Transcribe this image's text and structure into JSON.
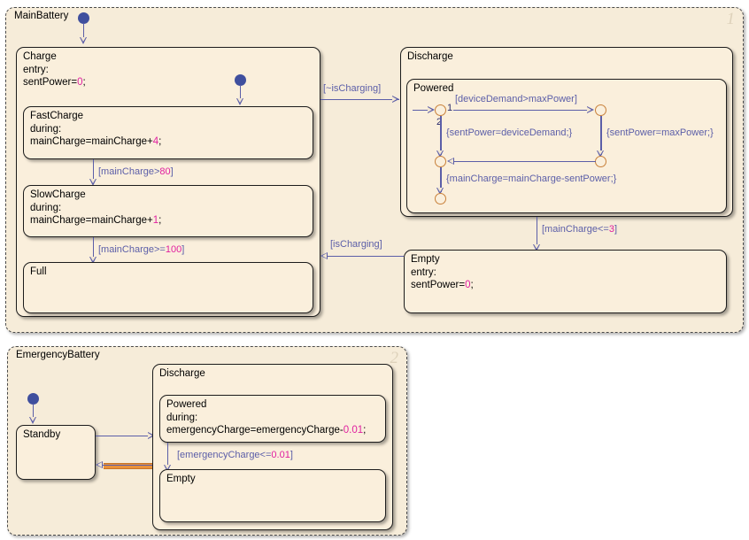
{
  "canvas": {
    "background": "#ffffff",
    "chart_fill": "#f6ecd9",
    "state_fill": "#faefdc",
    "transition_color": "#5b5ea8",
    "junction_color": "#c8803a",
    "default_dot_color": "#3f4f9e",
    "number_literal_color": "#e020a0",
    "highlight_color": "#e8903a"
  },
  "charts": [
    {
      "name": "MainBattery",
      "index": "1",
      "states": [
        {
          "name": "Charge",
          "label_lines": [
            "Charge",
            "entry:",
            "sentPower=",
            "0",
            ";"
          ],
          "text": "Charge\nentry:\nsentPower=0;"
        },
        {
          "name": "FastCharge",
          "text": "FastCharge\nduring:\nmainCharge=mainCharge+4;"
        },
        {
          "name": "SlowCharge",
          "text": "SlowCharge\nduring:\nmainCharge=mainCharge+1;"
        },
        {
          "name": "Full",
          "text": "Full"
        },
        {
          "name": "Discharge",
          "text": "Discharge"
        },
        {
          "name": "Powered",
          "text": "Powered"
        },
        {
          "name": "Empty",
          "text": "Empty\nentry:\nsentPower=0;"
        }
      ],
      "transitions": [
        {
          "name": "charge-to-discharge",
          "label": "[~isCharging]"
        },
        {
          "name": "discharge-to-charge",
          "label": "[isCharging]"
        },
        {
          "name": "fastcharge-to-slowcharge",
          "label": "[mainCharge>80]"
        },
        {
          "name": "slowcharge-to-full",
          "label": "[mainCharge>=100]"
        },
        {
          "name": "powered-to-empty",
          "label": "[mainCharge<=3]"
        },
        {
          "name": "junction-demand-check",
          "label": "[deviceDemand>maxPower]"
        },
        {
          "name": "junction-sent-devicedemand",
          "label": "{sentPower=deviceDemand;}"
        },
        {
          "name": "junction-sent-maxpower",
          "label": "{sentPower=maxPower;}"
        },
        {
          "name": "junction-maincharge-update",
          "label": "{mainCharge=mainCharge-sentPower;}"
        },
        {
          "name": "junction-priority-1",
          "label": "1"
        },
        {
          "name": "junction-priority-2",
          "label": "2"
        }
      ]
    },
    {
      "name": "EmergencyBattery",
      "index": "2",
      "states": [
        {
          "name": "Standby",
          "text": "Standby"
        },
        {
          "name": "Discharge",
          "text": "Discharge"
        },
        {
          "name": "Powered",
          "text": "Powered\nduring:\nemergencyCharge=emergencyCharge-0.01;"
        },
        {
          "name": "Empty",
          "text": "Empty"
        }
      ],
      "transitions": [
        {
          "name": "powered-to-empty",
          "label": "[emergencyCharge<=0.01]"
        },
        {
          "name": "standby-to-discharge",
          "label": ""
        },
        {
          "name": "discharge-to-standby-highlighted",
          "label": ""
        }
      ]
    }
  ],
  "text": {
    "mb_name": "MainBattery",
    "mb_num": "1",
    "eb_name": "EmergencyBattery",
    "eb_num": "2",
    "charge_l1": "Charge",
    "charge_l2": "entry:",
    "charge_l3a": "sentPower=",
    "charge_l3b": "0",
    "charge_l3c": ";",
    "fast_l1": "FastCharge",
    "fast_l2": "during:",
    "fast_l3a": "mainCharge=mainCharge+",
    "fast_l3b": "4",
    "fast_l3c": ";",
    "slow_l1": "SlowCharge",
    "slow_l2": "during:",
    "slow_l3a": "mainCharge=mainCharge+",
    "slow_l3b": "1",
    "slow_l3c": ";",
    "full_l1": "Full",
    "discharge_l1": "Discharge",
    "powered_l1": "Powered",
    "empty_l1": "Empty",
    "empty_l2": "entry:",
    "empty_l3a": "sentPower=",
    "empty_l3b": "0",
    "empty_l3c": ";",
    "t_notcharging": "[~isCharging]",
    "t_ischarging": "[isCharging]",
    "t_gt80a": "[mainCharge>",
    "t_gt80b": "80",
    "t_gt80c": "]",
    "t_ge100a": "[mainCharge>=",
    "t_ge100b": "100",
    "t_ge100c": "]",
    "t_le3a": "[mainCharge<=",
    "t_le3b": "3",
    "t_le3c": "]",
    "t_demand": "[deviceDemand>maxPower]",
    "t_sentdevice": "{sentPower=deviceDemand;}",
    "t_sentmax": "{sentPower=maxPower;}",
    "t_mcupdate": "{mainCharge=mainCharge-sentPower;}",
    "j1": "1",
    "j2": "2",
    "eb_standby": "Standby",
    "eb_discharge": "Discharge",
    "eb_powered_l1": "Powered",
    "eb_powered_l2": "during:",
    "eb_powered_l3a": "emergencyCharge=emergencyCharge-",
    "eb_powered_l3b": "0.01",
    "eb_powered_l3c": ";",
    "eb_empty": "Empty",
    "eb_t_le001a": "[emergencyCharge<=",
    "eb_t_le001b": "0.01",
    "eb_t_le001c": "]"
  }
}
